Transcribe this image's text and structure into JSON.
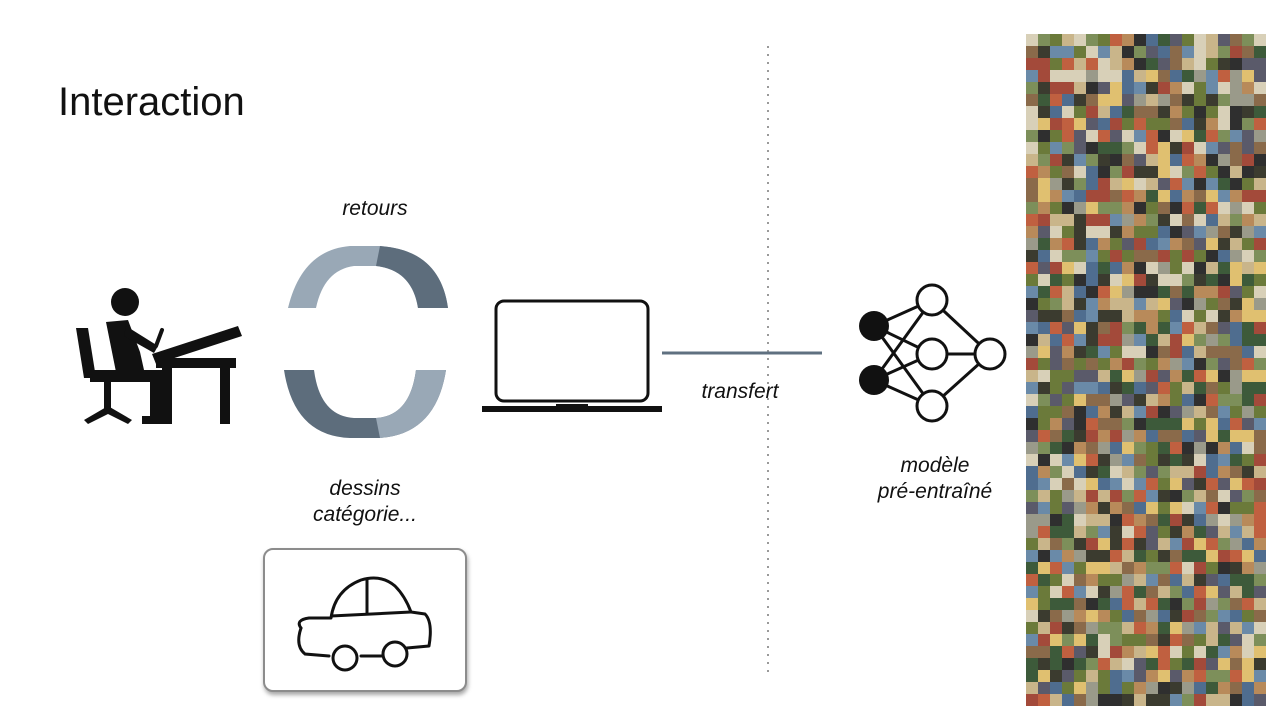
{
  "slide": {
    "title": "Interaction",
    "labels": {
      "feedback": "retours",
      "drawings_line1": "dessins",
      "drawings_line2": "catégorie...",
      "transfer": "transfert",
      "model_line1": "modèle",
      "model_line2": "pré-entraîné"
    },
    "icons": {
      "person": "person-at-desk-icon",
      "cycle": "feedback-cycle-icon",
      "laptop": "laptop-icon",
      "network": "neural-network-icon",
      "car": "car-drawing-icon"
    },
    "colors": {
      "cycle_dark": "#5d6d7c",
      "cycle_light": "#99a8b6",
      "connector": "#5f7080",
      "divider": "#9a9a9a",
      "ink": "#111111"
    }
  }
}
